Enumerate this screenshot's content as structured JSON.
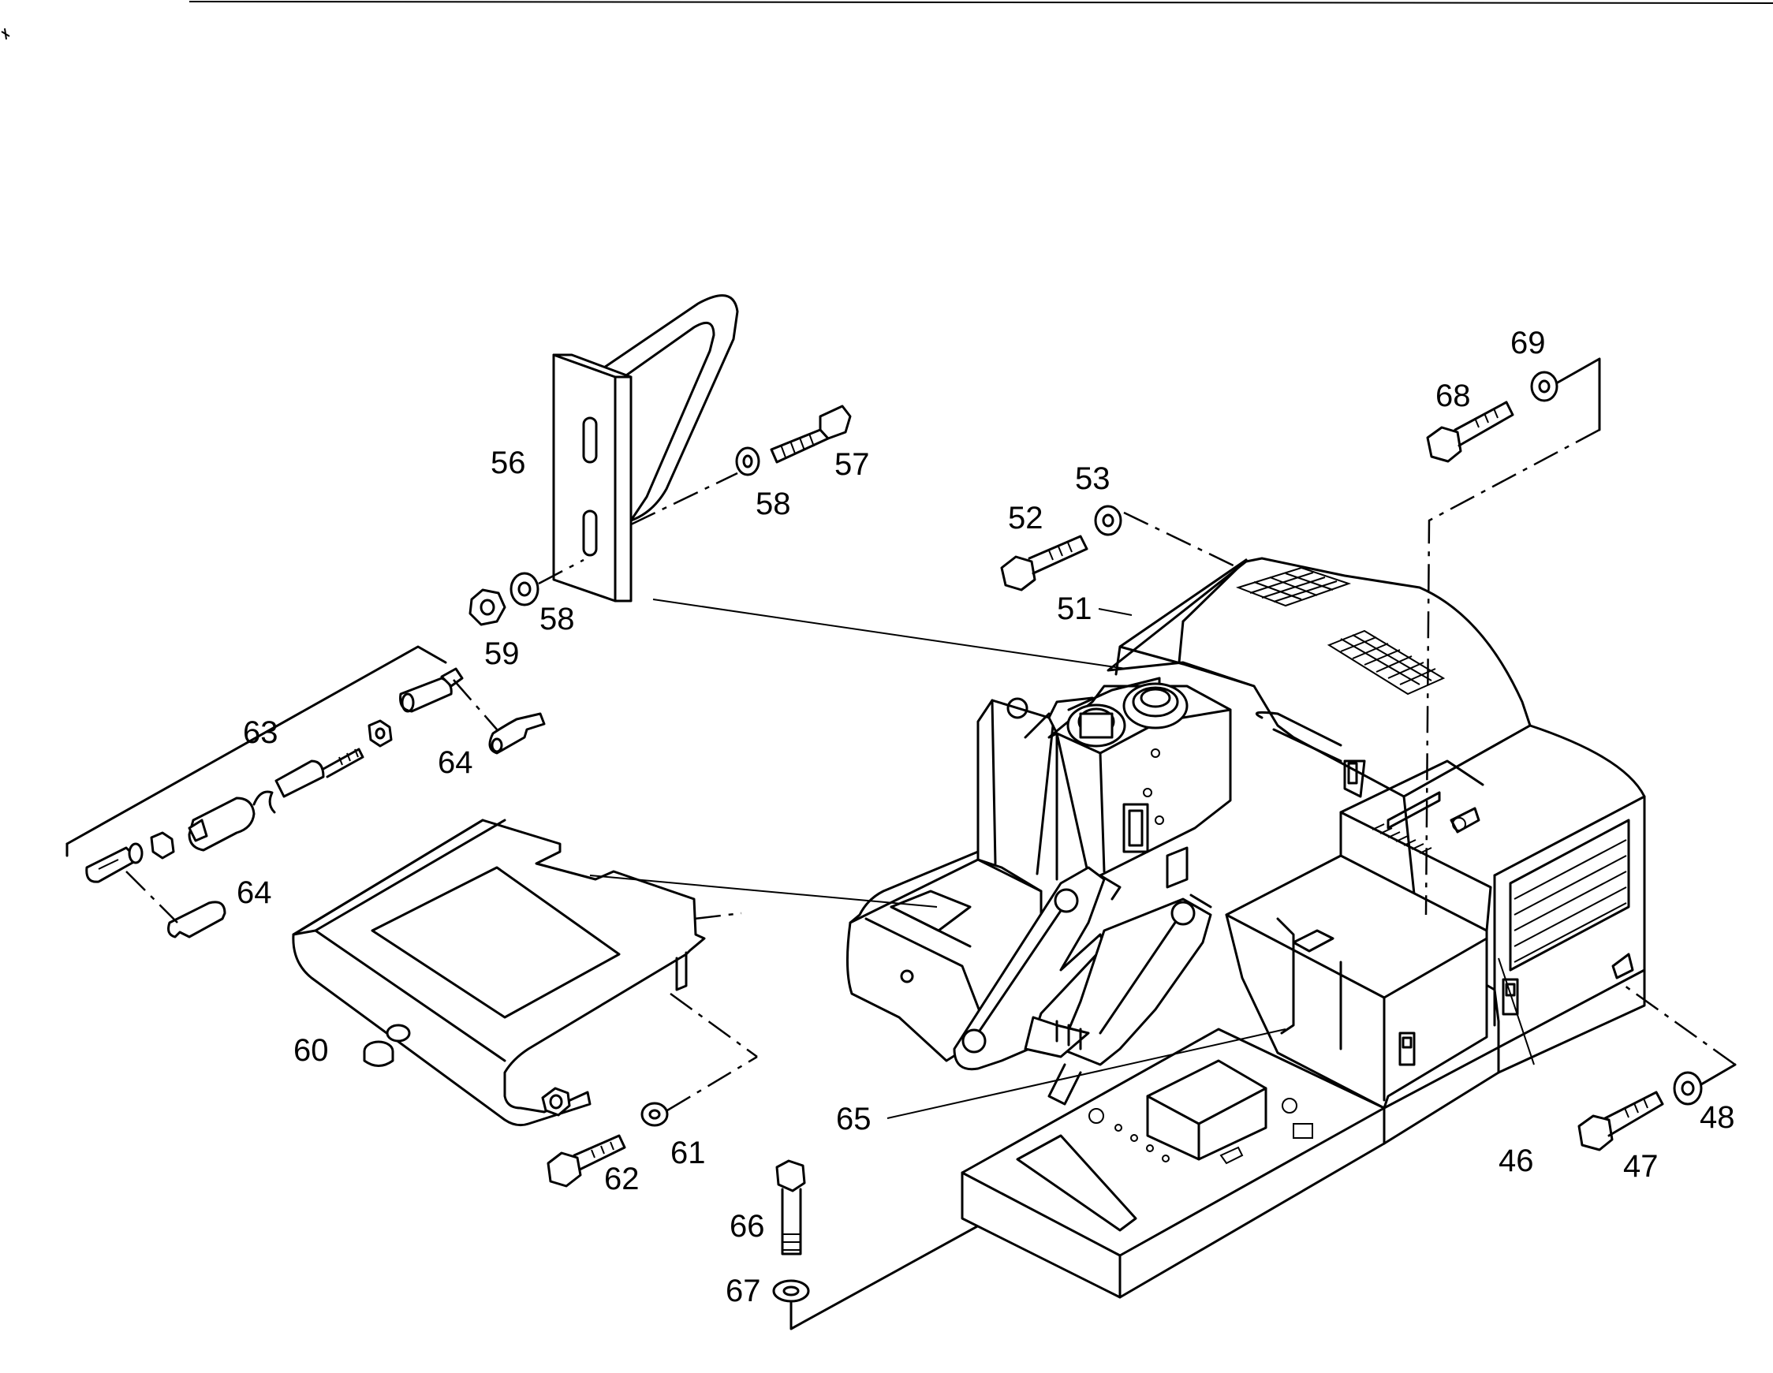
{
  "callouts": [
    {
      "id": "c56",
      "text": "56"
    },
    {
      "id": "c57",
      "text": "57"
    },
    {
      "id": "c58a",
      "text": "58"
    },
    {
      "id": "c58b",
      "text": "58"
    },
    {
      "id": "c59",
      "text": "59"
    },
    {
      "id": "c63",
      "text": "63"
    },
    {
      "id": "c64a",
      "text": "64"
    },
    {
      "id": "c64b",
      "text": "64"
    },
    {
      "id": "c60",
      "text": "60"
    },
    {
      "id": "c62",
      "text": "62"
    },
    {
      "id": "c61",
      "text": "61"
    },
    {
      "id": "c65",
      "text": "65"
    },
    {
      "id": "c66",
      "text": "66"
    },
    {
      "id": "c67",
      "text": "67"
    },
    {
      "id": "c52",
      "text": "52"
    },
    {
      "id": "c53",
      "text": "53"
    },
    {
      "id": "c51",
      "text": "51"
    },
    {
      "id": "c68",
      "text": "68"
    },
    {
      "id": "c69",
      "text": "69"
    },
    {
      "id": "c46",
      "text": "46"
    },
    {
      "id": "c47",
      "text": "47"
    },
    {
      "id": "c48",
      "text": "48"
    }
  ]
}
